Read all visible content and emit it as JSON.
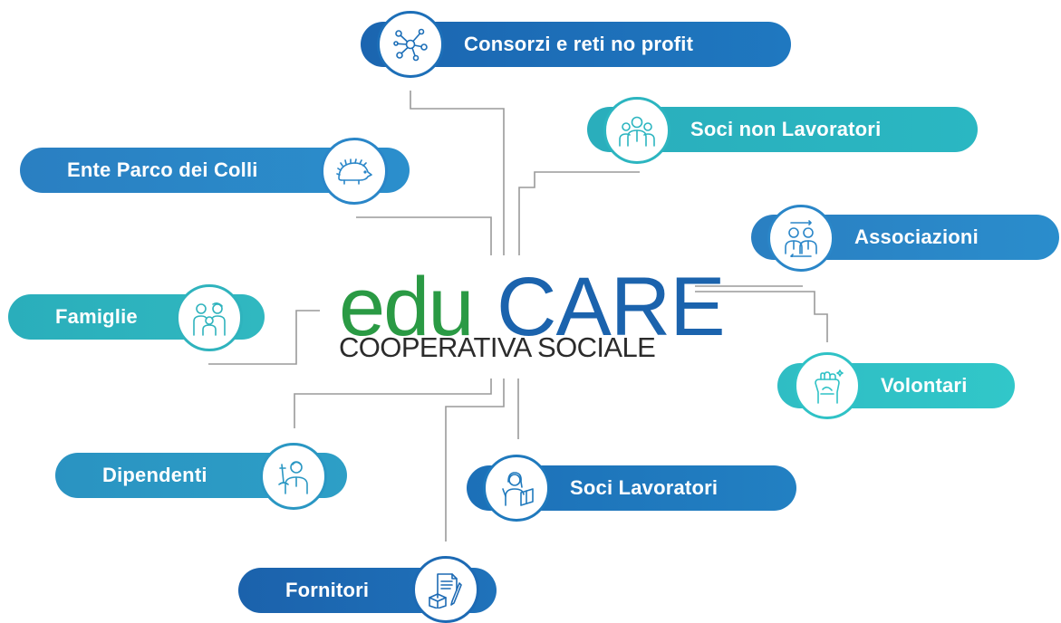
{
  "logo": {
    "edu": "edu",
    "care": "CARE",
    "subtitle": "COOPERATIVA SOCIALE",
    "edu_color": "#2a9a44",
    "care_color": "#1b63ad"
  },
  "nodes": [
    {
      "id": "consorzi",
      "label": "Consorzi e reti no profit",
      "icon": "network-icon",
      "color": "#1d6fb8"
    },
    {
      "id": "soci-non-lavoratori",
      "label": "Soci non Lavoratori",
      "icon": "group-people-icon",
      "color": "#2cb5c0"
    },
    {
      "id": "ente-parco",
      "label": "Ente Parco dei Colli",
      "icon": "hedgehog-icon",
      "color": "#2a86c8"
    },
    {
      "id": "associazioni",
      "label": "Associazioni",
      "icon": "association-icon",
      "color": "#2a86c8"
    },
    {
      "id": "famiglie",
      "label": "Famiglie",
      "icon": "family-icon",
      "color": "#2fb3bd"
    },
    {
      "id": "volontari",
      "label": "Volontari",
      "icon": "raised-fist-icon",
      "color": "#2fc2c6"
    },
    {
      "id": "dipendenti",
      "label": "Dipendenti",
      "icon": "worker-icon",
      "color": "#2a97c3"
    },
    {
      "id": "soci-lavoratori",
      "label": "Soci Lavoratori",
      "icon": "teacher-icon",
      "color": "#1f79bd"
    },
    {
      "id": "fornitori",
      "label": "Fornitori",
      "icon": "document-pen-icon",
      "color": "#1d6ab4"
    }
  ],
  "connector_color": "#9a9a9a"
}
